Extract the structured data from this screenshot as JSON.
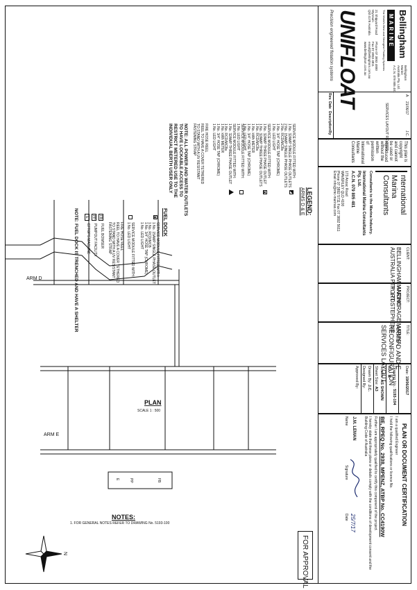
{
  "company": {
    "logo_line1": "Bellingham",
    "logo_line2": "MARINE",
    "address_lines": [
      "Bellingham",
      "Marine",
      "Australia Pty. Ltd.",
      "A.C.N. 079 805 481"
    ],
    "tag": "The World's Best and Strongest Floating Systems",
    "contact_lines": [
      "Phone 07 3893 4800",
      "Fax 07 3893 4811",
      "email@bellingham.com.au",
      "www.bellingham.com.au"
    ],
    "office_lines": [
      "21 Shipyard Road",
      "Wynnum",
      "Qld 4178 Australia"
    ],
    "brand": "UNIFLOAT",
    "brand_tag": "Precision engineered flotation systems"
  },
  "revisions": {
    "rows": [
      {
        "rev": "A",
        "date": "21/06/17",
        "description": "SERVICES LAYOUT REVISED",
        "by": "J.C."
      }
    ],
    "headers": {
      "rev": "Rev.",
      "date": "Date",
      "description": "Description",
      "by": "By"
    }
  },
  "copyright": "This plan is copyright and cannot be used or reproduced without the written permission of International Marine Consultants",
  "consultant": {
    "name_lines": [
      "nternational",
      "Marina",
      "Consultants"
    ],
    "tag": "Consultants to the Marina Industry.",
    "entity": "International Marina Consultants Pty. Ltd.",
    "acn": "A.C.N. 079 805 481",
    "details": [
      "173 Anzac Road",
      "WAVERLEY QLD 4100",
      "Phone 07 3892 5711  Fax 07 3892 5611",
      "Email info@imc-marinas.com"
    ]
  },
  "client": {
    "label": "CLIENT:",
    "lines": [
      "BELLINGHAM MARINE",
      "AUSTRALIA PTY. LTD."
    ]
  },
  "project": {
    "label": "PROJECT:",
    "lines": [
      "ANCHORAGE MARINA",
      "PORT STEPHENS"
    ]
  },
  "title": {
    "label": "TITLE:",
    "lines": [
      "ARMS D AND E",
      "RECONFIGURATION",
      "SERVICES LAYOUT"
    ]
  },
  "meta": {
    "date_label": "Date:",
    "date": "19/06/2017",
    "drawing_label": "Drawing No.:",
    "drawing": "5193-104",
    "rev_label": "Rev:",
    "rev": "A",
    "scales_label": "Scales:",
    "scales": "AS SHOWN",
    "sheet_label": "Sheet Size:",
    "sheet": "A3",
    "drawn_label": "Drawn By:",
    "drawn": "J.C.",
    "designed_label": "Designed By:",
    "approved_label": "Approved By:"
  },
  "certification": {
    "heading1": "PLAN OR DOCUMENT CERTIFICATION",
    "line1": "I am a qualified Engineer",
    "line2": "I hold the following qualifications or licence No.",
    "licence": "BE, RPEQ No. 2938, MPENZ, ATBP No. CC4190W",
    "line3": "Further I am appropriately qualified to certify this component of the project.",
    "line4": "I hereby state that these plans or details comply with the conditions of development consent and the Building Code of Australia",
    "name": "J.M. LEMAN",
    "date": "25/7/17",
    "signature_label": "Signature",
    "date_label": "Date",
    "name_label": "Name"
  },
  "approval": "FOR APPROVAL",
  "legend": {
    "heading": "LEGEND:",
    "subheading": "ARMS D & E",
    "items": [
      {
        "text": [
          "SERVICE MODULE FITTED WITH:",
          "1 No. 32AMP SINGLE PHASE OUTLETS",
          "2 No. 15AMP SINGLE PHASE OUTLETS",
          "2 No. RCD/MCBs",
          "1 No. 3/4\" HOSE TAP (CHROME)",
          "1 No. LED LIGHT"
        ]
      },
      {
        "text": [
          "SERVICE MODULE FITTED WITH:",
          "1 No. 32AMP THREE PHASE OUTLET",
          "1 No. 32AMP THREE PHASE OUTLETS",
          "1 No. RCD/MCBs",
          "1 No. kWh METER",
          "1 No. 3/4\" HOSE TAP (CHROME)",
          "1 No. LED LIGHT"
        ]
      },
      {
        "text": [
          "SERVICE MODULE FITTED WITH:",
          "1 No. LED LIGHT"
        ]
      },
      {
        "text": [
          "SERVICE MODULE FITTED WITH:",
          "1 No. 32AMP THREE PHASE OUTLET",
          "1 No. RCD/MCBs",
          "1 No. kWh METER",
          "1 No. 3/4\" HOSE TAP (CHROME)",
          "1 No. LED LIGHT"
        ]
      },
      {
        "text": [
          "FIRE HOSE REEL",
          "REEL TO HAVE A COVER TETHERED",
          "TO STAND WITH A UV RESISTANT",
          "FASTENING STRAP"
        ]
      }
    ],
    "note": [
      "NOTE: ALL POWER AND WATER OUTLETS",
      "TO HAVE LOCKABLE ACCESS TO",
      "RESTRICT METERED USE TO THE",
      "INDIVIDUAL BERTH USER ONLY"
    ],
    "fuel_heading": "FUEL DOCK",
    "fuel_items": [
      {
        "text": [
          "SERVICE MODULE FITTED WITH:",
          "1 No. 15AMP SINGLE PHASE OUTLET",
          "1 No. RCD/MCB",
          "1 No. 3/4\" HOSE TAP (CHROME)",
          "1 No. LED LIGHT"
        ]
      },
      {
        "text": [
          "SERVICE MODULE FITTED WITH:",
          "1 No. LED LIGHT"
        ]
      },
      {
        "text": [
          "FIRE HOSE REEL",
          "REEL TO HAVE A COVER TETHERED",
          "TO STAND WITH A UV RESISTANT",
          "FASTENING STRAP"
        ]
      },
      {
        "tag": "FB",
        "text": [
          "FUEL BOWSER"
        ]
      },
      {
        "tag": "PP",
        "text": [
          "PUMPOUT FACILITY"
        ]
      },
      {
        "tag": "E",
        "text": [
          "EFTOPS MACHINE"
        ]
      }
    ],
    "fuel_note": "NOTE: FUEL DOCK IS TRENCHED AND HAVE A SHELTER"
  },
  "plan": {
    "arm_d": "ARM D",
    "arm_e": "ARM E",
    "plan_label": "PLAN",
    "plan_scale": "SCALE 1 : 500",
    "fuel_tag_fb": "FB",
    "fuel_tag_pp": "PP",
    "fuel_tag_e": "E"
  },
  "notes": {
    "heading": "NOTES:",
    "lines": [
      "1. FOR GENERAL NOTES REFER TO DRAWING No. 5193-100"
    ]
  },
  "compass": {
    "label": "N"
  }
}
